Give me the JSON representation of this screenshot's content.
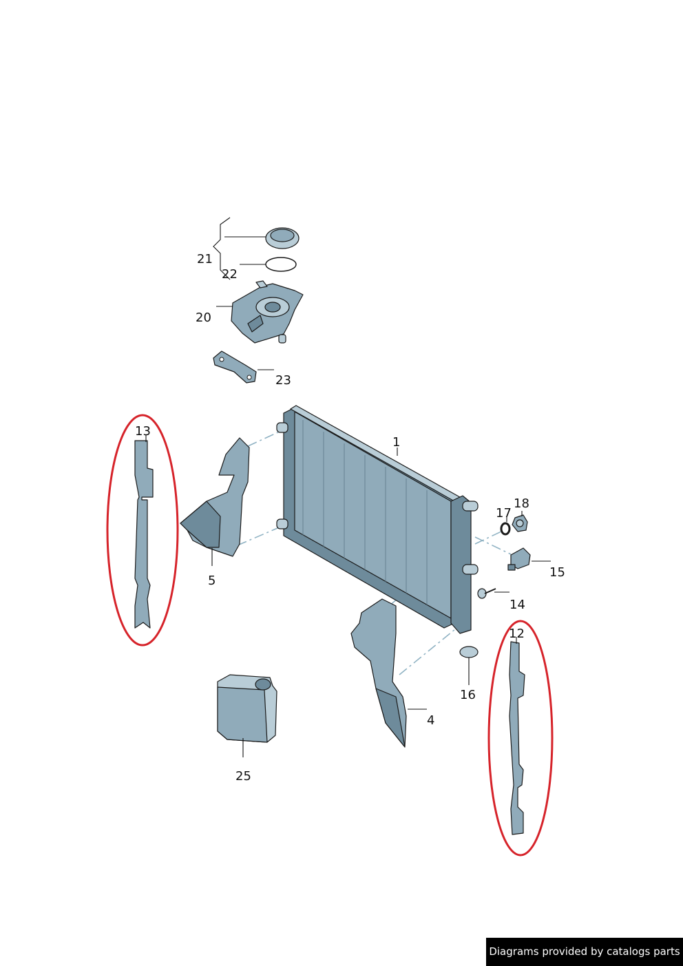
{
  "parts": [
    {
      "id": "radiator",
      "label": "1"
    },
    {
      "id": "right-air-guide-strip",
      "label": "12"
    },
    {
      "id": "left-air-guide-strip",
      "label": "13"
    },
    {
      "id": "right-air-duct",
      "label": "4"
    },
    {
      "id": "left-air-duct",
      "label": "5"
    },
    {
      "id": "screw",
      "label": "14"
    },
    {
      "id": "bracket",
      "label": "15"
    },
    {
      "id": "rubber-buffer",
      "label": "16"
    },
    {
      "id": "seal-ring",
      "label": "17"
    },
    {
      "id": "drain-plug",
      "label": "18"
    },
    {
      "id": "expansion-tank",
      "label": "20"
    },
    {
      "id": "cap-set",
      "label": "21"
    },
    {
      "id": "cap-seal",
      "label": "22"
    },
    {
      "id": "tank-bracket",
      "label": "23"
    },
    {
      "id": "coolant-container",
      "label": "25"
    }
  ],
  "highlight_color": "#d6232a",
  "part_color": "#90abba",
  "credit": "Diagrams provided by catalogs parts"
}
